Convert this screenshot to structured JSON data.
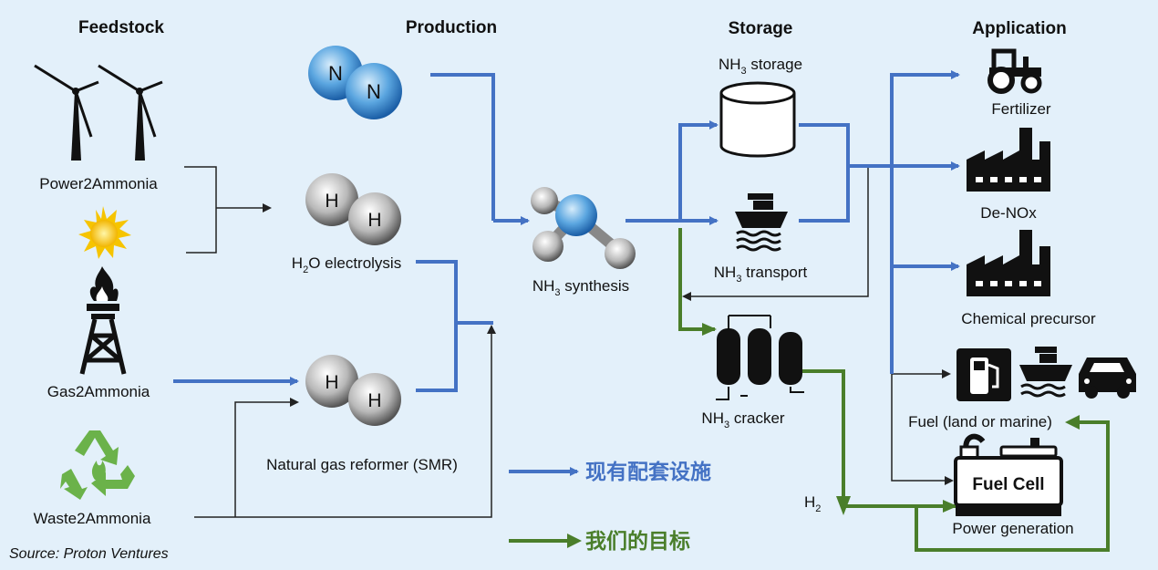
{
  "headers": {
    "feedstock": "Feedstock",
    "production": "Production",
    "storage": "Storage",
    "application": "Application"
  },
  "feedstock": {
    "power2ammonia": "Power2Ammonia",
    "gas2ammonia": "Gas2Ammonia",
    "waste2ammonia": "Waste2Ammonia"
  },
  "production": {
    "n2_atoms": [
      "N",
      "N"
    ],
    "h2_atoms": [
      "H",
      "H"
    ],
    "electrolysis": {
      "pre": "H",
      "sub": "2",
      "post": "O electrolysis"
    },
    "smr": "Natural gas reformer (SMR)"
  },
  "synthesis": {
    "pre": "NH",
    "sub": "3",
    "post": " synthesis"
  },
  "storage": {
    "storage": {
      "pre": "NH",
      "sub": "3",
      "post": " storage"
    },
    "transport": {
      "pre": "NH",
      "sub": "3",
      "post": " transport"
    },
    "cracker": {
      "pre": "NH",
      "sub": "3",
      "post": " cracker"
    },
    "h2": {
      "pre": "H",
      "sub": "2"
    }
  },
  "application": {
    "fertilizer": "Fertilizer",
    "denox": "De-NOx",
    "chemical": "Chemical precursor",
    "fuel": "Fuel (land or marine)",
    "fuel_cell": "Fuel Cell",
    "power": "Power generation"
  },
  "legend": {
    "existing": "现有配套设施",
    "target": "我们的目标"
  },
  "source": "Source: Proton Ventures",
  "colors": {
    "blue": "#4472c4",
    "green": "#4a7e2a",
    "background": "#e3f0fa"
  }
}
